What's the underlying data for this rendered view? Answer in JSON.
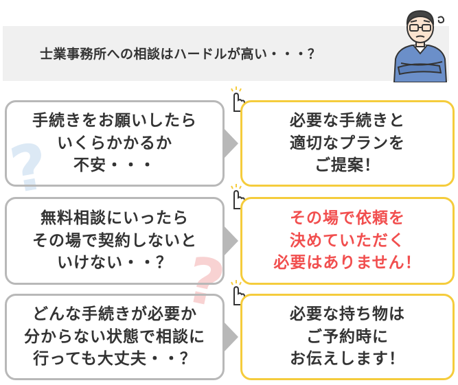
{
  "header": {
    "question": "士業事務所への相談はハードルが高い・・・？"
  },
  "rows": [
    {
      "concern": "手続きをお願いしたら\nいくらかかるか\n不安・・・",
      "answer": "必要な手続きと\n適切なプランを\nご提案！"
    },
    {
      "concern": "無料相談にいったら\nその場で契約しないと\nいけない・・？",
      "answer": "その場で依頼を\n決めていただく\n必要はありません！"
    },
    {
      "concern": "どんな手続きが必要か\n分からない状態で相談に\n行っても大丈夫・・？",
      "answer": "必要な持ち物は\nご予約時に\nお伝えします！"
    }
  ],
  "colors": {
    "banner_bg": "#f0f0f0",
    "concern_border": "#b8b8b8",
    "answer_border": "#f5cc3c",
    "highlight_text": "#f14e4e",
    "question_mark_blue": "#dbe8f5",
    "question_mark_pink": "#f8d0d0"
  },
  "icons": [
    "worried-man-illustration",
    "pointing-hand-icon",
    "arrow-right-icon",
    "question-mark-decoration"
  ]
}
